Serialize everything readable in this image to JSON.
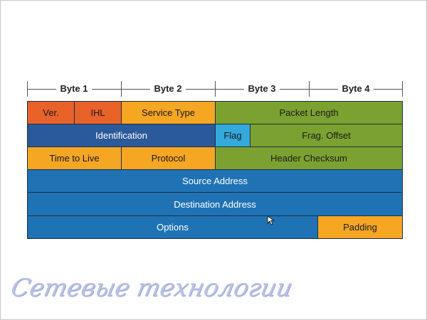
{
  "ruler": {
    "bytes": [
      "Byte 1",
      "Byte 2",
      "Byte 3",
      "Byte 4"
    ]
  },
  "colors": {
    "orange": "#e8622a",
    "gold": "#f5a623",
    "green": "#7ba230",
    "navy": "#2a5a9a",
    "blue": "#1f73b5",
    "cyan": "#34a9dc"
  },
  "fields": {
    "ver": "Ver.",
    "ihl": "IHL",
    "service_type": "Service Type",
    "packet_length": "Packet Length",
    "identification": "Identification",
    "flag": "Flag",
    "frag_offset": "Frag. Offset",
    "time_to_live": "Time to Live",
    "protocol": "Protocol",
    "header_checksum": "Header Checksum",
    "source_address": "Source Address",
    "destination_address": "Destination Address",
    "options": "Options",
    "padding": "Padding"
  },
  "watermark": "Сетевые технологии"
}
